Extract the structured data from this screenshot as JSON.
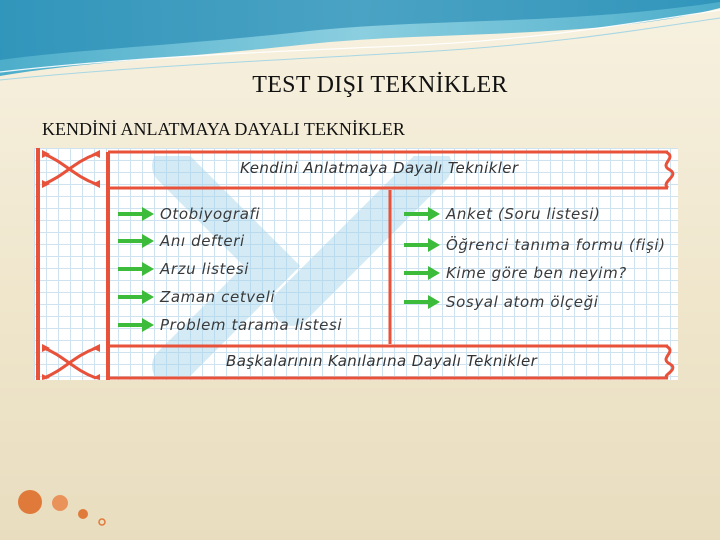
{
  "slide": {
    "title": "TEST DIŞI TEKNİKLER",
    "subtitle": "KENDİNİ ANLATMAYA DAYALI TEKNİKLER"
  },
  "figure": {
    "top_banner": "Kendini Anlatmaya Dayalı Teknikler",
    "bottom_banner": "Başkalarının Kanılarına Dayalı Teknikler",
    "left_items": [
      "Otobiyografi",
      "Anı defteri",
      "Arzu listesi",
      "Zaman cetveli",
      "Problem tarama listesi"
    ],
    "right_items": [
      "Anket (Soru listesi)",
      "Öğrenci tanıma formu (fişi)",
      "Kime göre ben neyim?",
      "Sosyal atom ölçeği"
    ]
  },
  "colors": {
    "accent_red": "#e8513a",
    "arrow_green": "#3dbb3a",
    "grid_blue": "#cfe2ef",
    "circle_orange": "#e07a3a"
  }
}
